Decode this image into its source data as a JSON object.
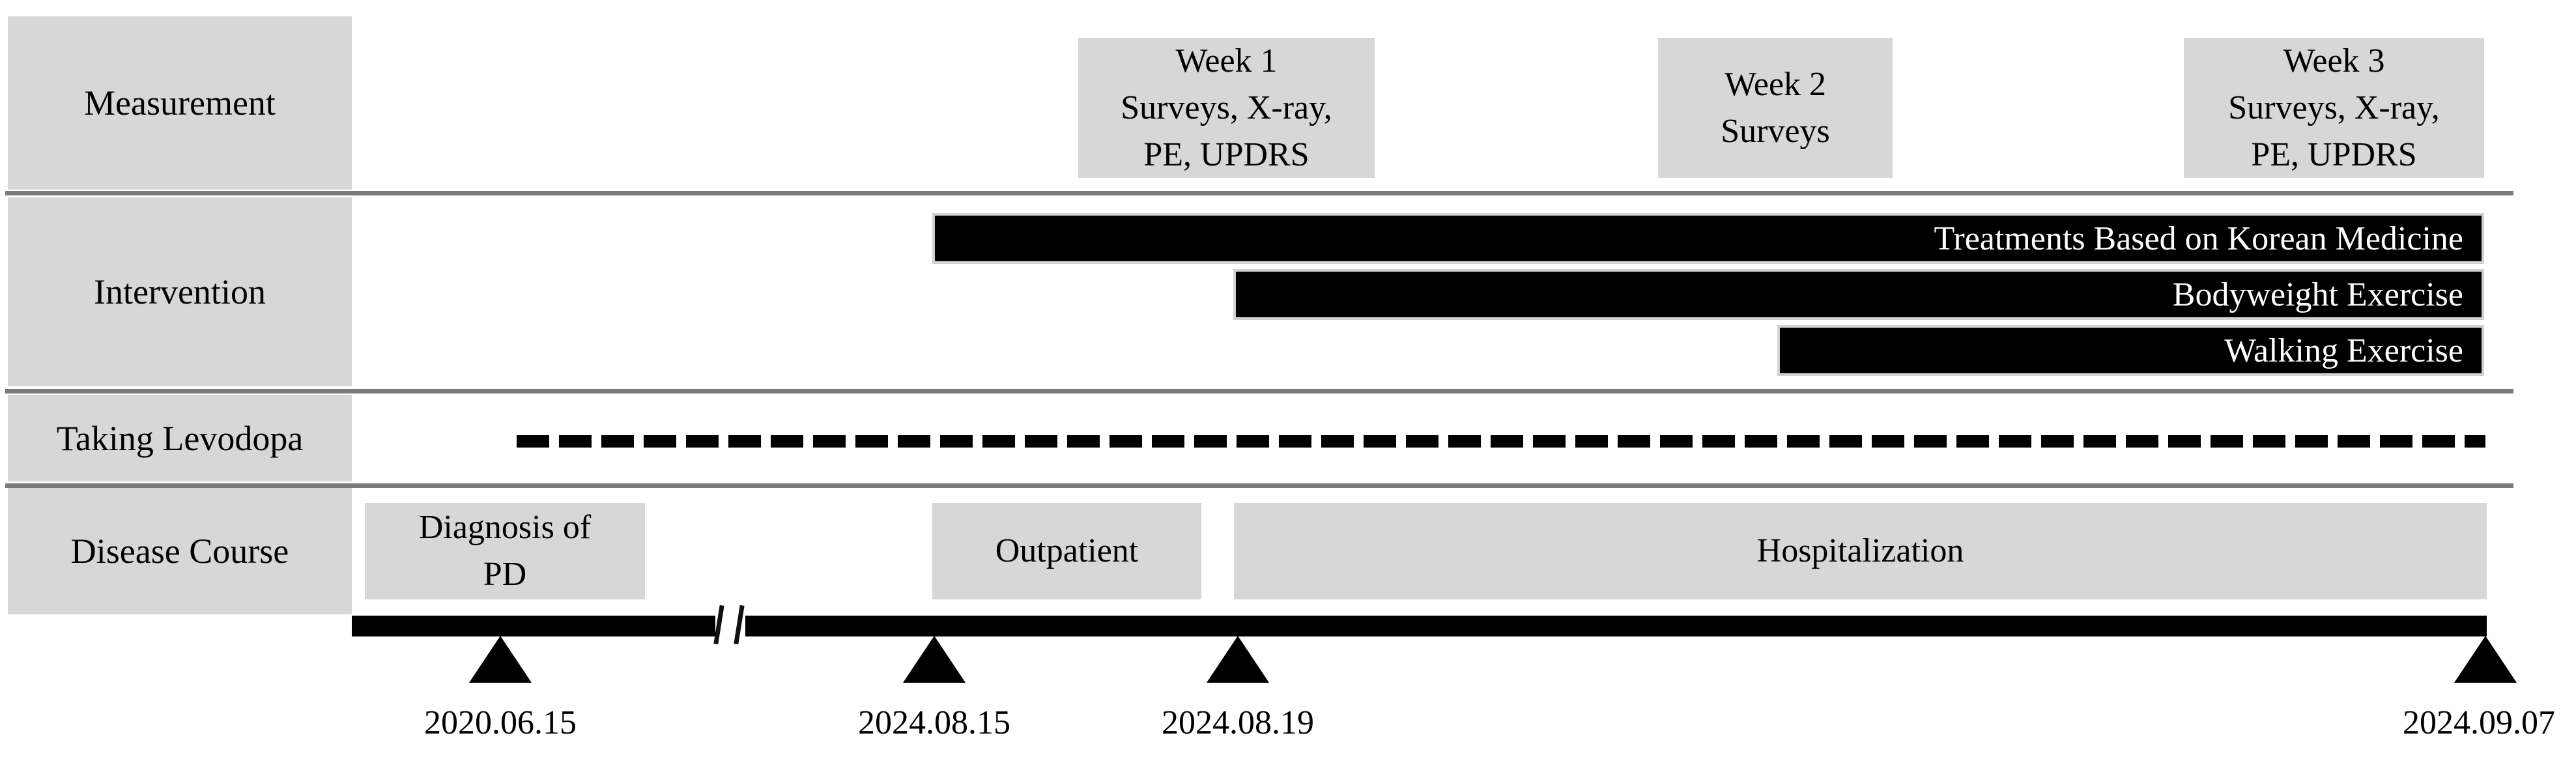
{
  "colors": {
    "box_gray": "#d7d7d7",
    "bar_black": "#000000",
    "bar_border": "#d2d2d2",
    "bar_text": "#ffffff",
    "separator_gray": "#7a7a7a",
    "text": "#000000"
  },
  "rows": {
    "measurement": {
      "label": "Measurement",
      "boxes": [
        {
          "id": "week1",
          "lines": [
            "Week 1",
            "Surveys, X-ray,",
            "PE, UPDRS"
          ]
        },
        {
          "id": "week2",
          "lines": [
            "Week 2",
            "Surveys"
          ]
        },
        {
          "id": "week3",
          "lines": [
            "Week 3",
            "Surveys, X-ray,",
            "PE, UPDRS"
          ]
        }
      ]
    },
    "intervention": {
      "label": "Intervention",
      "bars": [
        {
          "label": "Treatments Based on Korean Medicine"
        },
        {
          "label": "Bodyweight Exercise"
        },
        {
          "label": "Walking Exercise"
        }
      ]
    },
    "levodopa": {
      "label": "Taking Levodopa",
      "line_style": "dashed"
    },
    "disease_course": {
      "label": "Disease Course",
      "boxes": [
        {
          "id": "diagnosis-of-pd",
          "lines": [
            "Diagnosis of",
            "PD"
          ]
        },
        {
          "id": "outpatient",
          "lines": [
            "Outpatient"
          ]
        },
        {
          "id": "hospitalization",
          "lines": [
            "Hospitalization"
          ]
        }
      ]
    }
  },
  "timeline": {
    "has_axis_break": true,
    "dates": [
      "2020.06.15",
      "2024.08.15",
      "2024.08.19",
      "2024.09.07"
    ]
  }
}
